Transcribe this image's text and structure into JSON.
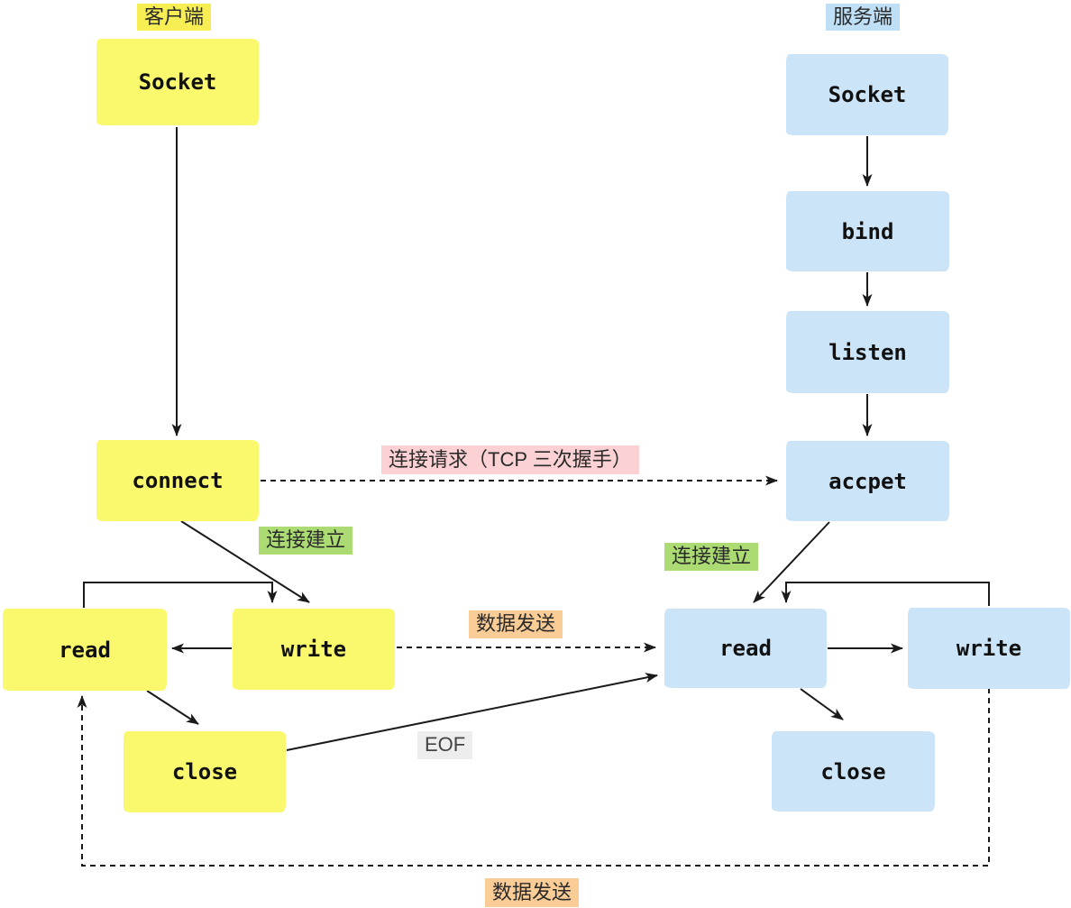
{
  "client": {
    "header": "客户端",
    "nodes": {
      "socket": "Socket",
      "connect": "connect",
      "read": "read",
      "write": "write",
      "close": "close"
    }
  },
  "server": {
    "header": "服务端",
    "nodes": {
      "socket": "Socket",
      "bind": "bind",
      "listen": "listen",
      "accept": "accpet",
      "read": "read",
      "write": "write",
      "close": "close"
    }
  },
  "labels": {
    "handshake": "连接请求（TCP 三次握手）",
    "established_client": "连接建立",
    "established_server": "连接建立",
    "data_send_request": "数据发送",
    "data_send_response": "数据发送",
    "eof": "EOF"
  },
  "colors": {
    "client_node_fill": "#faf96e",
    "client_header_bg": "#f6ee52",
    "server_node_fill": "#cbe4f7",
    "server_header_bg": "#bedff5",
    "handshake_bg": "#fbd1d4",
    "established_bg": "#abdb72",
    "data_send_bg": "#facc96",
    "eof_bg": "#ededed",
    "line": "#1a1a1a"
  }
}
